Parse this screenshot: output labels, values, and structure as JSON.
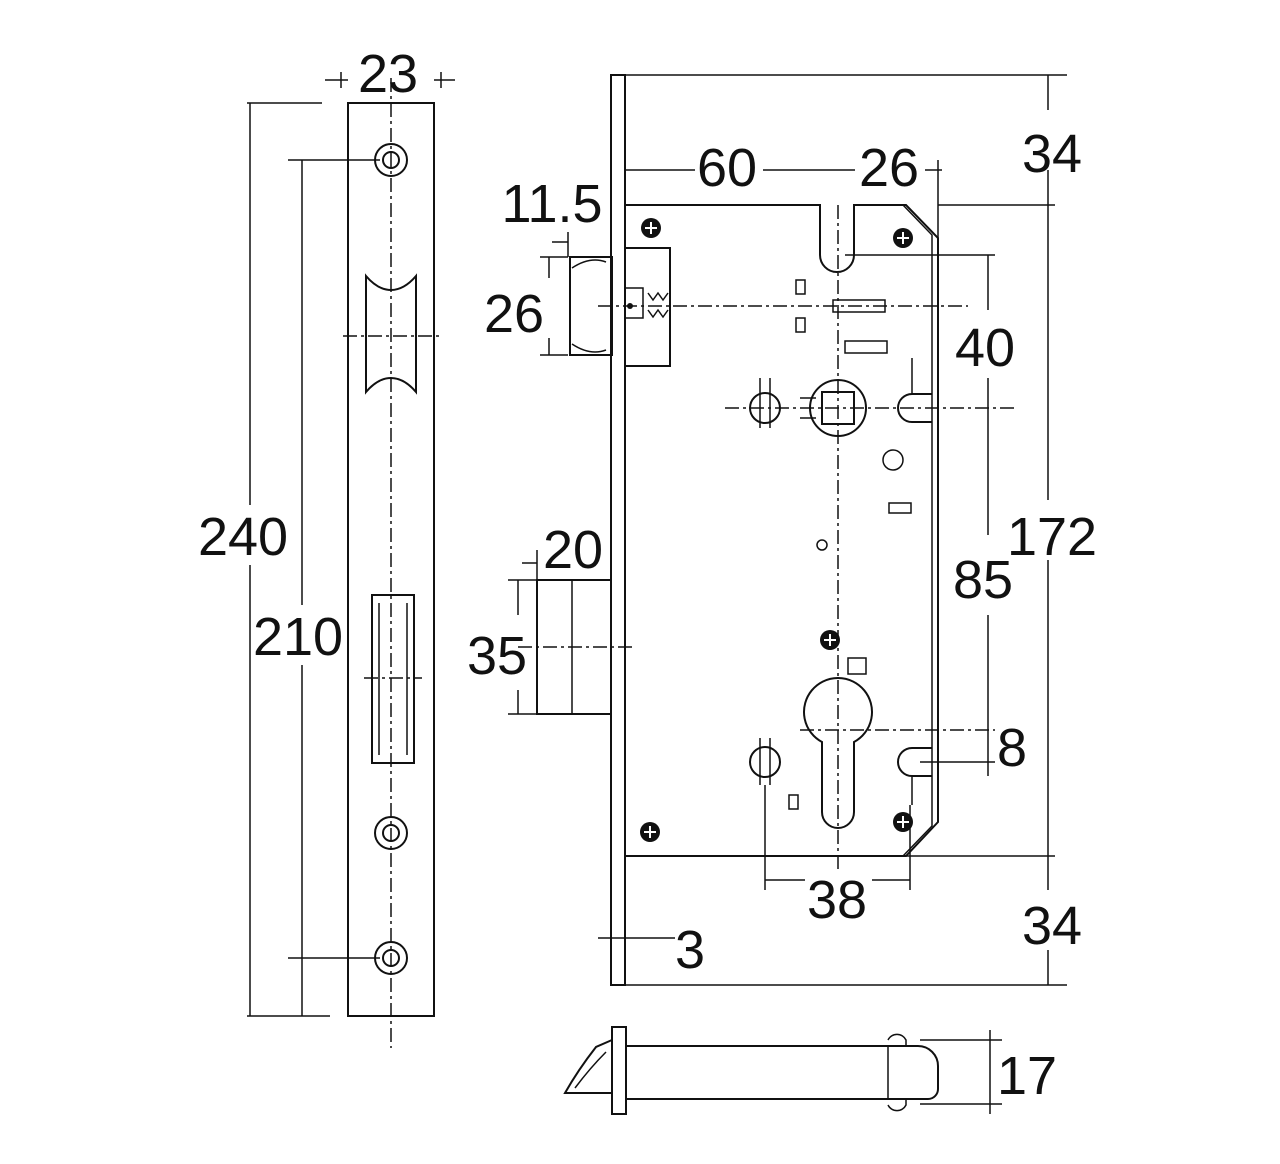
{
  "diagram": {
    "colors": {
      "ink": "#111111",
      "paper": "#ffffff"
    },
    "dimensions": {
      "faceplate_width": "23",
      "faceplate_length": "240",
      "screw_spacing": "210",
      "backset": "60",
      "follower_to_edge": "26",
      "top_margin": "34",
      "bottom_margin": "34",
      "latch_projection": "11.5",
      "latch_height": "26",
      "spindle_to_top": "40",
      "case_height": "172",
      "deadbolt_projection": "20",
      "deadbolt_height": "35",
      "centre_distance": "85",
      "cylinder_offset": "8",
      "fixing_spacing": "38",
      "faceplate_thickness": "3",
      "case_depth": "17"
    }
  }
}
